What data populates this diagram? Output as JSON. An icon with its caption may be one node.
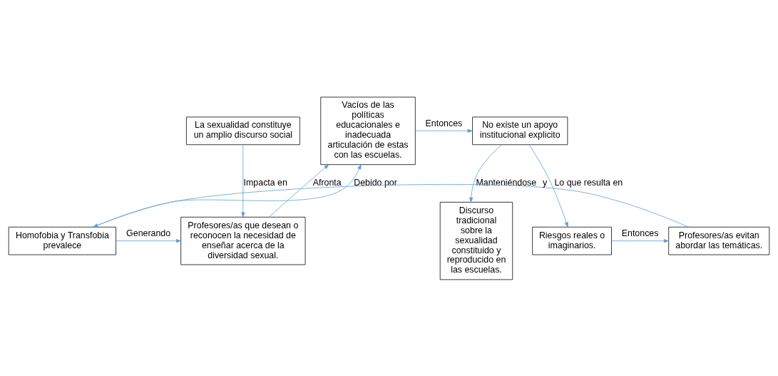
{
  "diagram": {
    "nodes": [
      {
        "text": [
          "La sexualidad constituye un amplio discurso social"
        ]
      },
      {
        "text": [
          "Vacíos de las políticas educacionales e inadecuada articulación de estas con las escuelas."
        ]
      },
      {
        "text": [
          "No existe un apoyo institucional explicito"
        ]
      },
      {
        "text": [
          "Discurso tradicional sobre la sexualidad constituido y reproducido en las escuelas."
        ]
      },
      {
        "text": [
          "Profesores/as que desean o reconocen la necesidad de enseñar acerca de la diversidad sexual."
        ]
      },
      {
        "text": [
          "Homofobia y Transfobia prevalece"
        ]
      },
      {
        "text": [
          "Riesgos reales o imaginarios."
        ]
      },
      {
        "text": [
          "Profesores/as evitan abordar las temáticas."
        ]
      }
    ],
    "edges": [
      {
        "from": 0,
        "to": 4,
        "arrow": "to",
        "label": "Impacta en"
      },
      {
        "from": 4,
        "to": 1,
        "arrow": "to",
        "label": "Afronta"
      },
      {
        "from": 1,
        "to": 2,
        "arrow": "to",
        "label": "Entonces"
      },
      {
        "from": 2,
        "to": 3,
        "arrow": "to",
        "label": "Manteniéndose"
      },
      {
        "from": 2,
        "to": 6,
        "arrow": "to",
        "label": "Lo que resulta en"
      },
      {
        "from": 6,
        "to": 7,
        "arrow": "to",
        "label": "Entonces"
      },
      {
        "from": 7,
        "to": 5,
        "arrow": "to",
        "label": "y"
      },
      {
        "from": 5,
        "to": 1,
        "arrow": "to",
        "label": "Debido por"
      },
      {
        "from": 5,
        "to": 4,
        "arrow": "to",
        "label": "Generando"
      }
    ]
  }
}
